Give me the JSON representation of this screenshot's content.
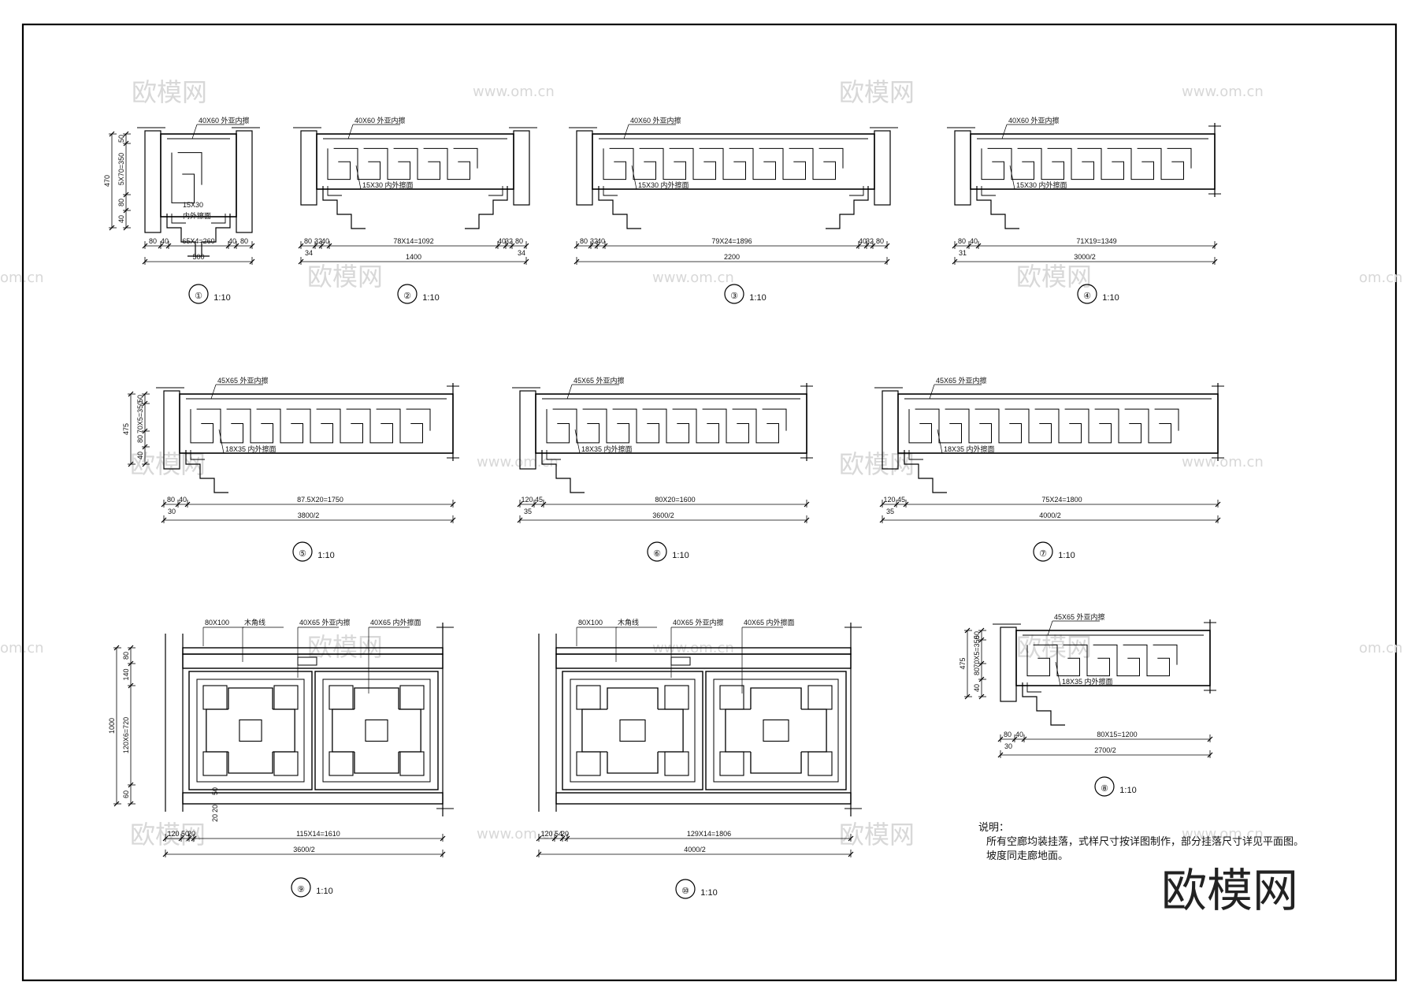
{
  "watermarks": {
    "brand": "欧模网",
    "site": "www.om.cn",
    "site_short": "om.cn"
  },
  "brand_logo": "欧模网",
  "details": [
    {
      "num": "①",
      "scale": "1:10",
      "type": "small",
      "callout_top": "40X60 外亚内擦",
      "callout_mid": "15X30",
      "callout_low": "内外擦面",
      "vdims": [
        "470",
        "5X70=350",
        "40",
        "80",
        "50",
        "40"
      ],
      "row1": [
        "80",
        "40",
        "65X4=260",
        "40",
        "80"
      ],
      "total": "500"
    },
    {
      "num": "②",
      "scale": "1:10",
      "type": "hang",
      "callout_top": "40X60 外亚内擦",
      "callout_low": "15X30 内外擦面",
      "row1": [
        "80",
        "32",
        "40",
        "78X14=1092",
        "40",
        "32",
        "80"
      ],
      "row2": [
        "34",
        "34"
      ],
      "total": "1400"
    },
    {
      "num": "③",
      "scale": "1:10",
      "type": "hang",
      "callout_top": "40X60 外亚内擦",
      "callout_low": "15X30 内外擦面",
      "row1": [
        "80",
        "32",
        "40",
        "79X24=1896",
        "40",
        "32",
        "80"
      ],
      "row2": [],
      "total": "2200"
    },
    {
      "num": "④",
      "scale": "1:10",
      "type": "half",
      "callout_top": "40X60 外亚内擦",
      "callout_low": "15X30 内外擦面",
      "row1": [
        "80",
        "40",
        "71X19=1349"
      ],
      "row2": [
        "31"
      ],
      "total": "3000/2"
    },
    {
      "num": "⑤",
      "scale": "1:10",
      "type": "half",
      "callout_top": "45X65 外亚内擦",
      "callout_low": "18X35 内外擦面",
      "vdims": [
        "475",
        "70X5=350",
        "40",
        "80",
        "50"
      ],
      "row1": [
        "80",
        "40",
        "87.5X20=1750"
      ],
      "row2": [
        "30"
      ],
      "total": "3800/2"
    },
    {
      "num": "⑥",
      "scale": "1:10",
      "type": "half",
      "callout_top": "45X65 外亚内擦",
      "callout_low": "18X35 内外擦面",
      "row1": [
        "120",
        "45",
        "80X20=1600"
      ],
      "row2": [
        "35"
      ],
      "total": "3600/2"
    },
    {
      "num": "⑦",
      "scale": "1:10",
      "type": "half",
      "callout_top": "45X65 外亚内擦",
      "callout_low": "18X35 内外擦面",
      "row1": [
        "120",
        "45",
        "75X24=1800"
      ],
      "row2": [
        "35"
      ],
      "total": "4000/2"
    },
    {
      "num": "⑧",
      "scale": "1:10",
      "type": "half",
      "callout_top": "45X65 外亚内擦",
      "callout_low": "18X35 内外擦面",
      "vdims": [
        "475",
        "70X5=350",
        "40",
        "80",
        "50"
      ],
      "row1": [
        "80",
        "40",
        "80X15=1200"
      ],
      "row2": [
        "30"
      ],
      "total": "2700/2"
    },
    {
      "num": "⑨",
      "scale": "1:10",
      "type": "rail",
      "callouts": [
        "80X100",
        "木角线",
        "40X65 外亚内擦",
        "40X65 内外擦面"
      ],
      "vdims": [
        "1000",
        "80",
        "140",
        "120X6=720",
        "60",
        "50",
        "20",
        "20"
      ],
      "row1": [
        "120",
        "50",
        "20",
        "115X14=1610"
      ],
      "total": "3600/2"
    },
    {
      "num": "⑩",
      "scale": "1:10",
      "type": "rail",
      "callouts": [
        "80X100",
        "木角线",
        "40X65 外亚内擦",
        "40X65 内外擦面"
      ],
      "row1": [
        "120",
        "54",
        "20",
        "129X14=1806"
      ],
      "total": "4000/2"
    }
  ],
  "notes": {
    "title": "说明：",
    "line1": "所有空廊均装挂落，式样尺寸按详图制作，部分挂落尺寸详见平面图。",
    "line2": "坡度同走廊地面。"
  }
}
